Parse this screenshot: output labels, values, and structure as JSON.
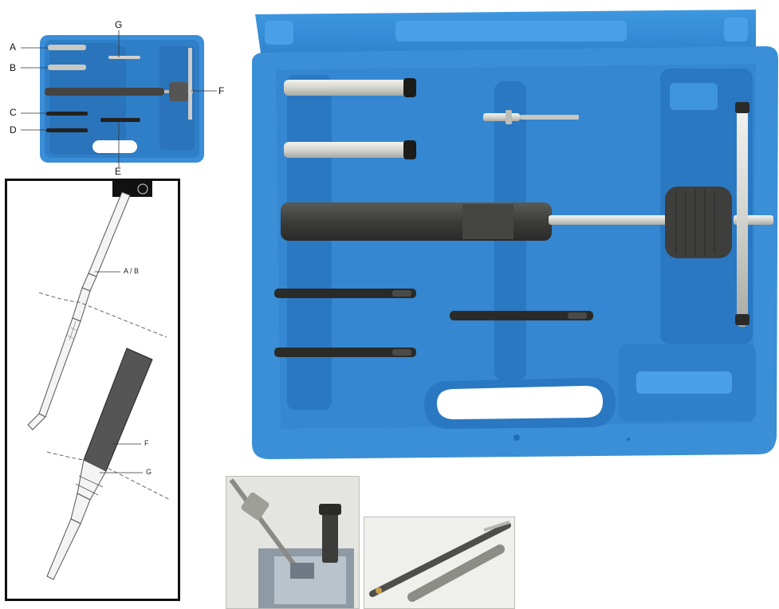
{
  "thumbnail": {
    "labels": [
      "A",
      "B",
      "C",
      "D",
      "E",
      "F",
      "G"
    ]
  },
  "diagram": {
    "labels": {
      "ab": "A / B",
      "f": "F",
      "g": "G"
    }
  },
  "colors": {
    "case_blue": "#3a8fd6",
    "case_blue_dark": "#1f6fb8",
    "tool_dark": "#3a3a38",
    "tool_silver": "#d9d9d6"
  }
}
